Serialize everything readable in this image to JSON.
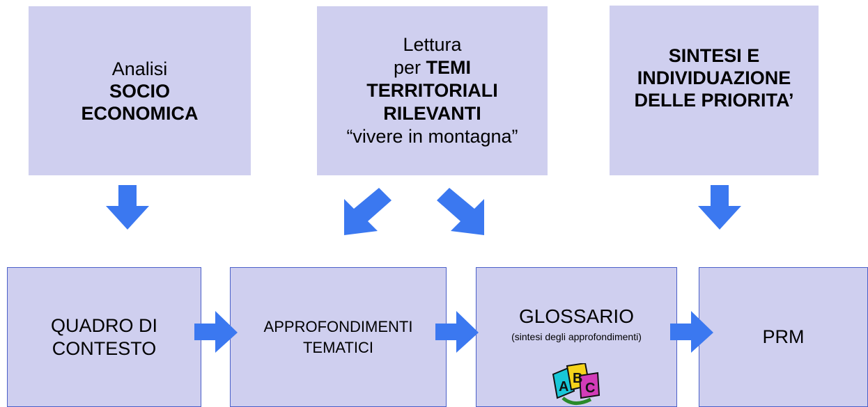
{
  "top_boxes": {
    "analisi": {
      "line1": "Analisi",
      "line2": "SOCIO",
      "line3": "ECONOMICA"
    },
    "lettura": {
      "line1": "Lettura",
      "line2_prefix": "per ",
      "line2_bold": "TEMI",
      "line3": "TERRITORIALI",
      "line4": "RILEVANTI",
      "line5": "“vivere in montagna”"
    },
    "sintesi": {
      "line1": "SINTESI E",
      "line2": "INDIVIDUAZIONE",
      "line3": "DELLE PRIORITA’"
    }
  },
  "bottom_boxes": {
    "quadro": {
      "line1": "QUADRO DI",
      "line2": "CONTESTO"
    },
    "approf": {
      "line1": "APPROFONDIMENTI",
      "line2": "TEMATICI"
    },
    "glossario": {
      "title": "GLOSSARIO",
      "subtitle": "(sintesi degli approfondimenti)",
      "logo_letters": "ABC"
    },
    "prm": {
      "label": "PRM"
    }
  },
  "colors": {
    "box_fill": "#cfcfef",
    "box_border": "#4a5fc8",
    "arrow": "#3b78f0"
  },
  "icons": [
    "arrow-down-icon",
    "arrow-down-left-icon",
    "arrow-down-right-icon",
    "arrow-right-icon",
    "abc-logo-icon"
  ]
}
